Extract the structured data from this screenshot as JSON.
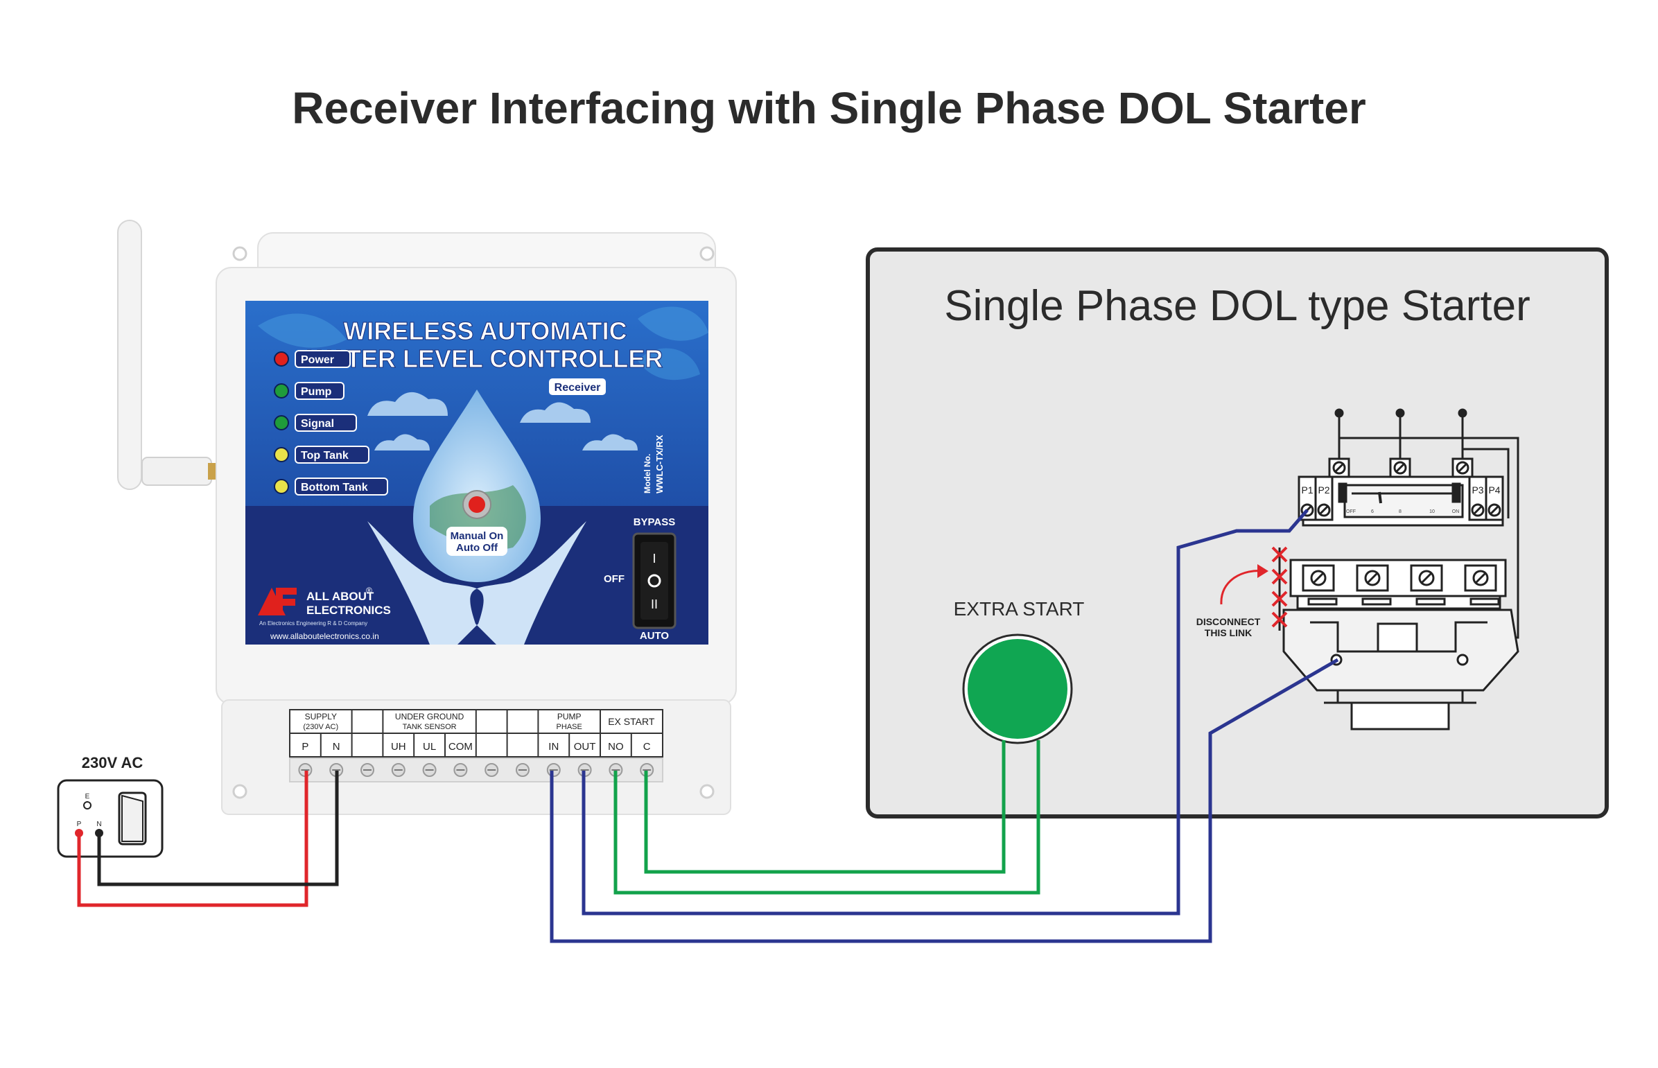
{
  "title": "Receiver Interfacing with Single Phase DOL Starter",
  "receiver": {
    "heading_line1": "WIRELESS AUTOMATIC",
    "heading_line2": "WATER LEVEL CONTROLLER",
    "receiver_badge": "Receiver",
    "indicators": [
      {
        "label": "Power",
        "color": "#e0211d"
      },
      {
        "label": "Pump",
        "color": "#1f9c3a"
      },
      {
        "label": "Signal",
        "color": "#1f9c3a"
      },
      {
        "label": "Top Tank",
        "color": "#e9e24a"
      },
      {
        "label": "Bottom Tank",
        "color": "#e9e24a"
      }
    ],
    "model_no_label": "Model No.",
    "model_no": "WWLC-TX/RX",
    "manual_button_line1": "Manual On",
    "manual_button_line2": "Auto Off",
    "switch_labels": {
      "top": "BYPASS",
      "middle": "OFF",
      "bottom": "AUTO"
    },
    "brand_line1": "ALL ABOUT",
    "brand_line2": "ELECTRONICS",
    "brand_reg": "®",
    "brand_tagline": "An Electronics Engineering R & D Company",
    "website": "www.allaboutelectronics.co.in",
    "terminal_groups": [
      {
        "label": "SUPPLY",
        "sublabel": "(230V AC)"
      },
      {
        "label": "UNDER GROUND",
        "sublabel": "TANK SENSOR"
      },
      {
        "label": "PUMP",
        "sublabel": "PHASE"
      },
      {
        "label": "EX START",
        "sublabel": ""
      }
    ],
    "terminal_labels": [
      "P",
      "N",
      "",
      "UH",
      "UL",
      "COM",
      "",
      "",
      "IN",
      "OUT",
      "NO",
      "C"
    ]
  },
  "supply": {
    "label": "230V AC",
    "socket_pins": [
      "E",
      "P",
      "N"
    ]
  },
  "starter": {
    "title": "Single Phase DOL type Starter",
    "extra_start_label": "EXTRA START",
    "terminal_labels": [
      "P1",
      "P2",
      "P3",
      "P4"
    ],
    "scale_labels": [
      "OFF",
      "6",
      "8",
      "10",
      "ON"
    ],
    "disconnect_note_line1": "DISCONNECT",
    "disconnect_note_line2": "THIS LINK"
  },
  "colors": {
    "panel_blue": "#1f4fa8",
    "panel_dark": "#1b2f7a",
    "wire_red": "#e0262b",
    "wire_black": "#222222",
    "wire_green": "#12a24b",
    "wire_blue": "#2b3590",
    "start_button_green": "#10a652",
    "starter_bg": "#e8e8e8"
  }
}
